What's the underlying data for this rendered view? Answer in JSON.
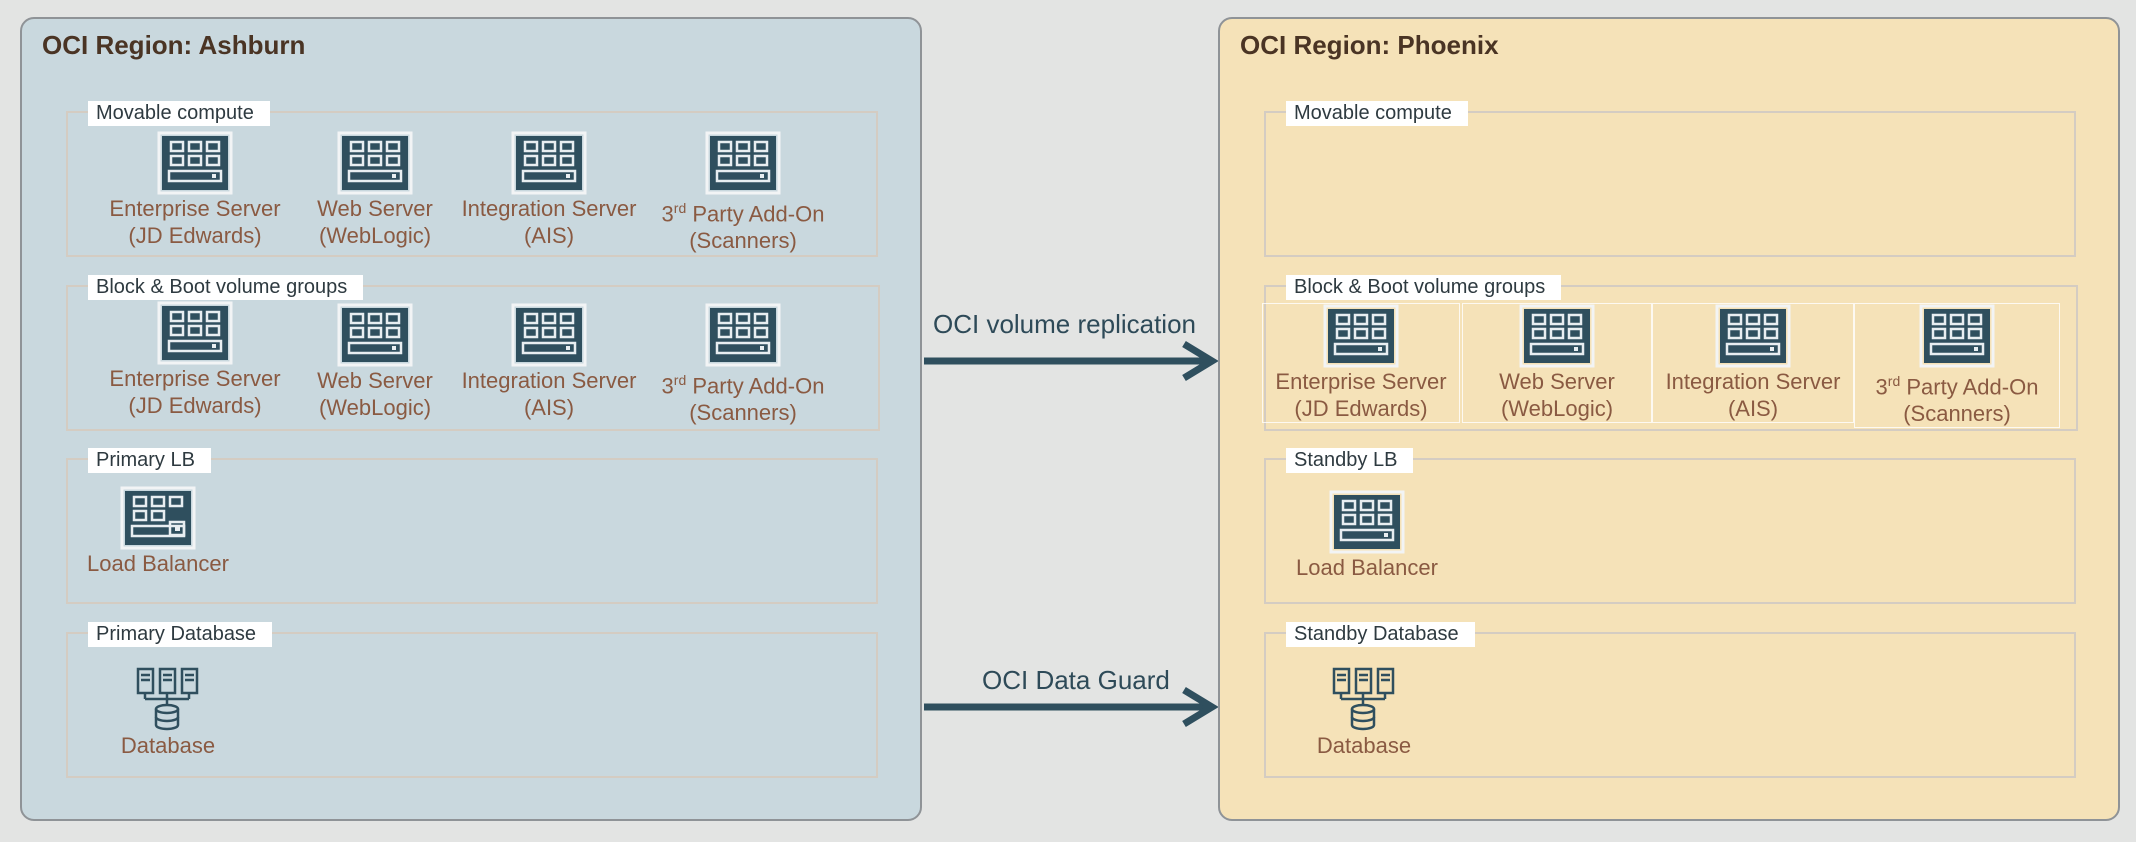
{
  "regions": {
    "ashburn": {
      "title": "OCI Region: Ashburn",
      "movable_label": "Movable compute",
      "block_label": "Block & Boot volume groups",
      "lb_label": "Primary LB",
      "db_label": "Primary Database"
    },
    "phoenix": {
      "title": "OCI Region: Phoenix",
      "movable_label": "Movable compute",
      "block_label": "Block & Boot volume groups",
      "lb_label": "Standby LB",
      "db_label": "Standby Database"
    }
  },
  "servers": {
    "enterprise": {
      "line1": "Enterprise Server",
      "line2": "(JD Edwards)"
    },
    "web": {
      "line1": "Web Server",
      "line2": "(WebLogic)"
    },
    "integration": {
      "line1": "Integration Server",
      "line2": "(AIS)"
    },
    "third_party": {
      "sup": "rd",
      "prefix": "3",
      "suffix": " Party Add-On",
      "line2": "(Scanners)"
    }
  },
  "load_balancer": "Load Balancer",
  "database": "Database",
  "edges": {
    "volume_replication": "OCI volume replication",
    "data_guard": "OCI Data Guard"
  },
  "colors": {
    "ashburn_bg": "#c9d8de",
    "phoenix_bg": "#f5e2b8",
    "icon": "#2f4f5e",
    "label_text": "#8a5a42",
    "arrow": "#2f4f5e"
  }
}
